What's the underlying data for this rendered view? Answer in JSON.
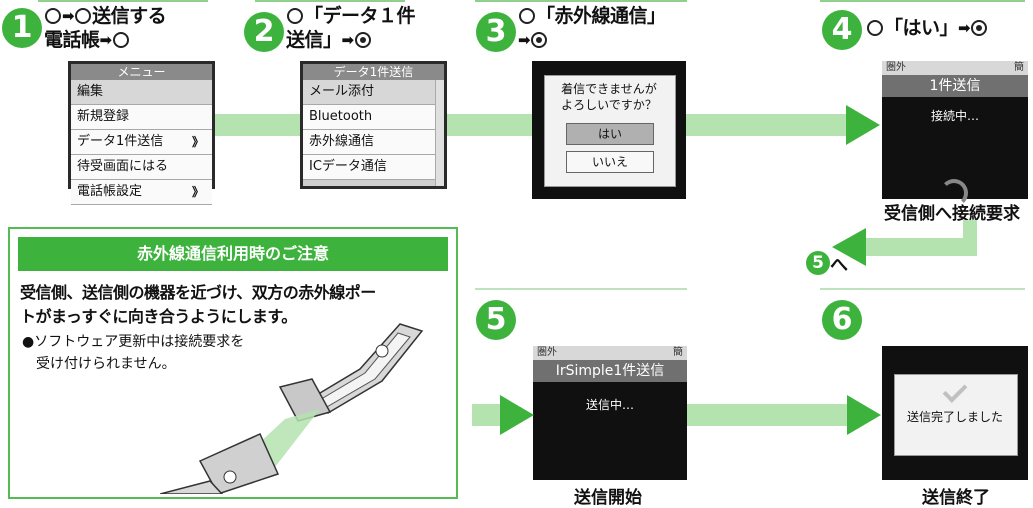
{
  "steps": {
    "s1": {
      "num": "1",
      "line1": "送信する",
      "line2a": "電話帳",
      "icons": [
        "nav-down-icon",
        "arrow-icon",
        "nav-cross-icon"
      ]
    },
    "s2": {
      "num": "2",
      "line1": "「データ１件",
      "line2": "送信」"
    },
    "s3": {
      "num": "3",
      "line1": "「赤外線通信」"
    },
    "s4": {
      "num": "4",
      "line1": "「はい」"
    },
    "s5": {
      "num": "5"
    },
    "s6": {
      "num": "6"
    }
  },
  "menu1": {
    "title": "メニュー",
    "items": [
      {
        "label": "編集",
        "arrow": ""
      },
      {
        "label": "新規登録",
        "arrow": ""
      },
      {
        "label": "データ1件送信",
        "arrow": "》"
      },
      {
        "label": "待受画面にはる",
        "arrow": ""
      },
      {
        "label": "電話帳設定",
        "arrow": "》"
      }
    ]
  },
  "menu2": {
    "title": "データ1件送信",
    "items": [
      {
        "label": "メール添付"
      },
      {
        "label": "Bluetooth"
      },
      {
        "label": "赤外線通信"
      },
      {
        "label": "ICデータ通信"
      }
    ]
  },
  "dialog": {
    "message_line1": "着信できませんが",
    "message_line2": "よろしいですか？",
    "yes": "はい",
    "no": "いいえ"
  },
  "screen4": {
    "status_left": "圏外",
    "status_right": "簡",
    "title": "1件送信",
    "message": "接続中…",
    "caption": "受信側へ接続要求"
  },
  "goto5": {
    "num": "5",
    "label": "へ"
  },
  "screen5": {
    "status_left": "圏外",
    "status_right": "簡",
    "title": "IrSimple1件送信",
    "message": "送信中…",
    "caption": "送信開始"
  },
  "screen6": {
    "message": "送信完了しました",
    "caption": "送信終了"
  },
  "notice": {
    "heading": "赤外線通信利用時のご注意",
    "body_line1": "受信側、送信側の機器を近づけ、双方の赤外線ポー",
    "body_line2": "トがまっすぐに向き合うようにします。",
    "bullet_line1": "●ソフトウェア更新中は接続要求を",
    "bullet_line2": "受け付けられません。"
  },
  "colors": {
    "accent": "#3db33d",
    "light_green": "#b5e3b0",
    "screen_dark": "#101010"
  }
}
